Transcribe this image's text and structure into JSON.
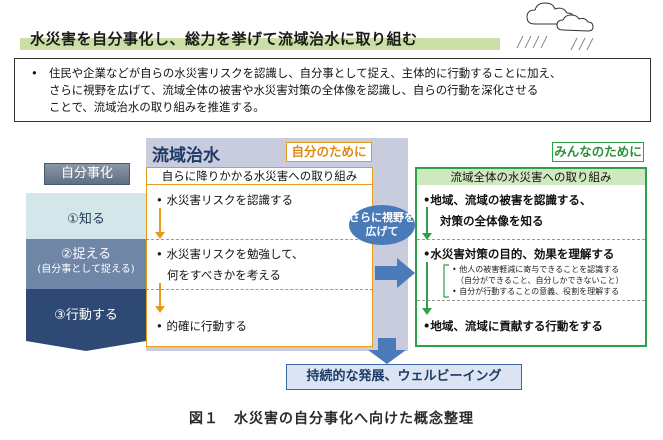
{
  "title": "水災害を自分事化し、総力を挙げて流域治水に取り組む",
  "intro": {
    "bullet": "•",
    "lines": [
      "住民や企業などが自らの水災害リスクを認識し、自分事として捉え、主体的に行動することに加え、",
      "さらに視野を広げて、流域全体の被害や水災害対策の全体像を認識し、自らの行動を深化させる",
      "ことで、流域治水の取り組みを推進する。"
    ]
  },
  "ryuiki_title": "流域治水",
  "jibun_badge": "自分のために",
  "minna_badge": "みんなのために",
  "left_header": "自らに降りかかる水災害への取り組み",
  "right_header": "流域全体の水災害への取り組み",
  "jibun_label": "自分事化",
  "stages": {
    "s1": "①知る",
    "s2": "②捉える",
    "s2_sub": "(自分事として捉える)",
    "s3": "③行動する"
  },
  "left_items": {
    "i1": "• 水災害リスクを認識する",
    "i2a": "• 水災害リスクを勉強して、",
    "i2b": "何をすべきかを考える",
    "i3": "• 的確に行動する"
  },
  "right_items": {
    "i1a": "•地域、流域の被害を認識する、",
    "i1b": "対策の全体像を知る",
    "i2": "•水災害対策の目的、効果を理解する",
    "i2s1": "• 他人の被害軽減に寄与できることを認識する",
    "i2s2": "（自分ができること、自分しかできないこと）",
    "i2s3": "• 自分が行動することの意義、役割を理解する",
    "i3": "•地域、流域に貢献する行動をする"
  },
  "sarani_oval": [
    "さらに視野を",
    "広げて"
  ],
  "result": "持続的な発展、ウェルビーイング",
  "caption": "図１　水災害の自分事化へ向けた概念整理",
  "colors": {
    "orange": "#e89a1a",
    "green": "#2fa04a",
    "navy": "#2e4a74",
    "blue": "#4a7ab8"
  }
}
